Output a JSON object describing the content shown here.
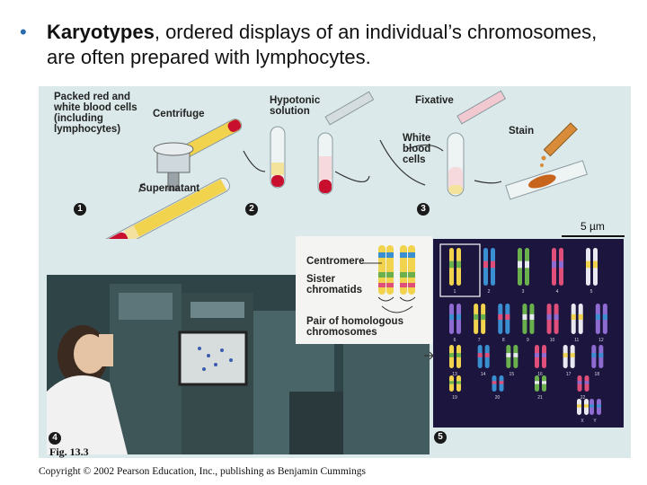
{
  "slide": {
    "bullet": "•",
    "title_bold": "Karyotypes",
    "title_rest": ", ordered displays of an individual’s chromosomes, are often prepared with lymphocytes."
  },
  "figure": {
    "labels": {
      "packed_cells": "Packed red and white blood cells (including lymphocytes)",
      "centrifuge": "Centrifuge",
      "supernatant": "Supernatant",
      "hypotonic": "Hypotonic solution",
      "fixative": "Fixative",
      "white_blood_cells": "White blood cells",
      "stain": "Stain",
      "centromere": "Centromere",
      "sister_chromatids": "Sister chromatids",
      "homologous_pair": "Pair of homologous chromosomes",
      "scale": "5 µm"
    },
    "steps": [
      "1",
      "2",
      "3",
      "4",
      "5"
    ],
    "karyotype_numbers": [
      "1",
      "2",
      "3",
      "4",
      "5",
      "6",
      "7",
      "8",
      "9",
      "10",
      "11",
      "12",
      "13",
      "14",
      "15",
      "16",
      "17",
      "18",
      "19",
      "20",
      "21",
      "22",
      "X",
      "Y"
    ],
    "caption": "Fig. 13.3"
  },
  "footer": {
    "copyright": "Copyright © 2002 Pearson Education, Inc., publishing as Benjamin Cummings"
  },
  "colors": {
    "figure_bg": "#dbe9ea",
    "bullet": "#2b6cb0",
    "karyotype_bg": "#1c163e",
    "blood_red": "#c8102e"
  }
}
